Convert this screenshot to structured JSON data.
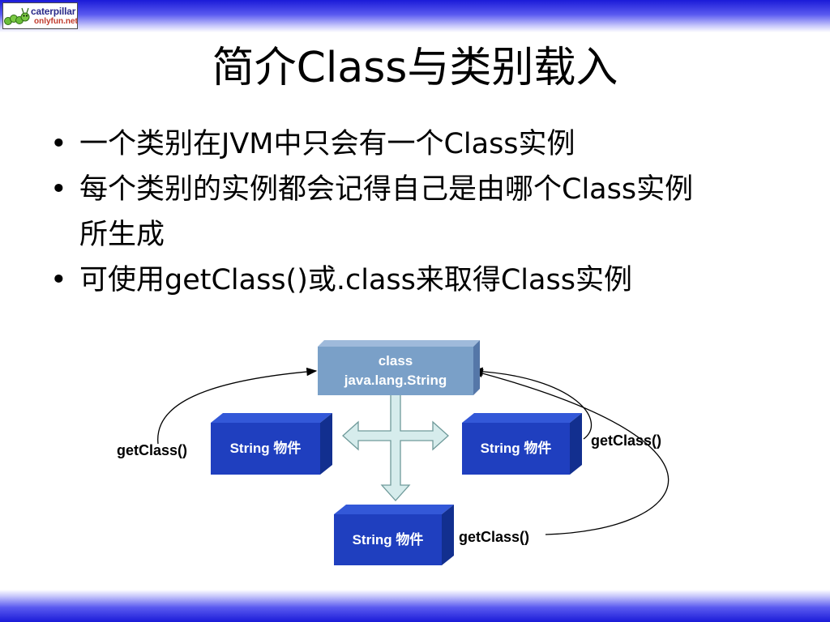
{
  "logo": {
    "name": "caterpillar",
    "site": "onlyfun.net"
  },
  "title": "简介Class与类别载入",
  "bullets": [
    "一个类别在JVM中只会有一个Class实例",
    "每个类别的实例都会记得自己是由哪个Class实例所生成",
    "可使用getClass()或.class来取得Class实例"
  ],
  "diagram": {
    "class_box": "class java.lang.String",
    "object_label": "String 物件",
    "call_label": "getClass()"
  },
  "colors": {
    "bar": "#1b1bd8",
    "class_box": "#7aa0c8",
    "object_box": "#1f3fbf",
    "cross_arrow": "#d6ecec"
  }
}
